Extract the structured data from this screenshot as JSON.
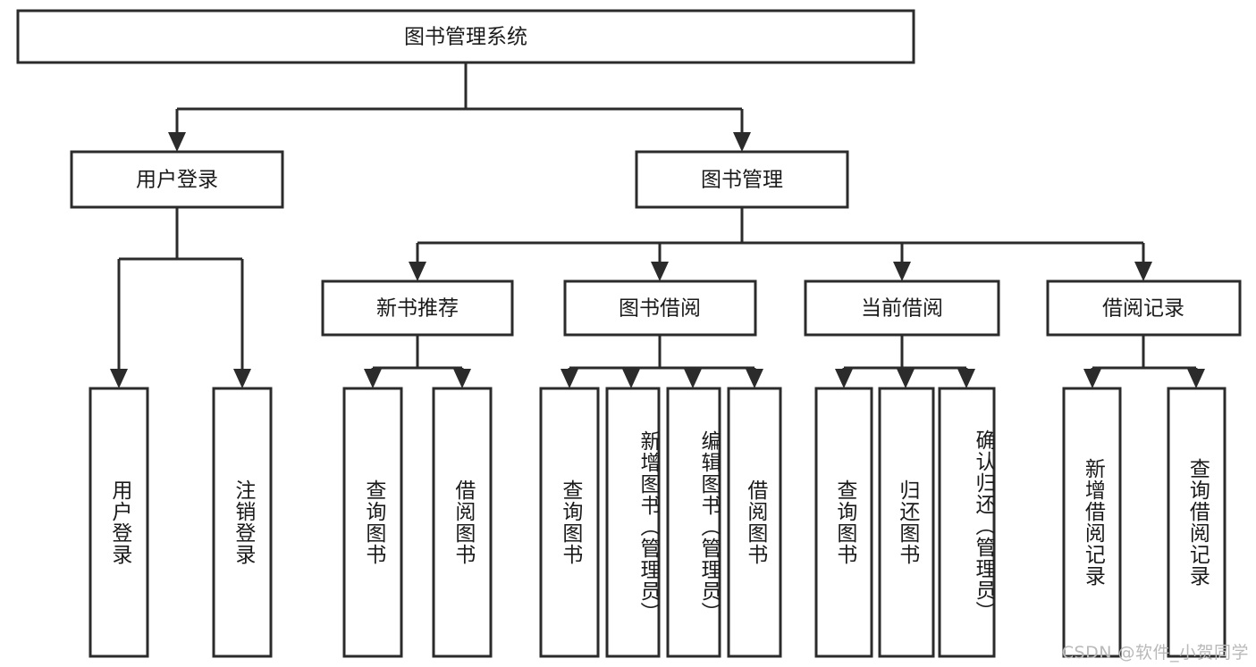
{
  "diagram": {
    "title": "图书管理系统",
    "type": "功能结构图",
    "colors": {
      "box_stroke": "#2b2b2b",
      "box_fill": "#ffffff",
      "text": "#1a1a1a",
      "background": "#ffffff",
      "watermark": "#b9b9b9"
    },
    "root": {
      "label": "图书管理系统",
      "orientation": "horizontal"
    },
    "level2": [
      {
        "label": "用户登录",
        "orientation": "horizontal"
      },
      {
        "label": "图书管理",
        "orientation": "horizontal"
      }
    ],
    "level3": [
      {
        "label": "新书推荐",
        "orientation": "horizontal"
      },
      {
        "label": "图书借阅",
        "orientation": "horizontal"
      },
      {
        "label": "当前借阅",
        "orientation": "horizontal"
      },
      {
        "label": "借阅记录",
        "orientation": "horizontal"
      }
    ],
    "leaves": {
      "user_login": [
        {
          "label": "用户登录",
          "orientation": "vertical"
        },
        {
          "label": "注销登录",
          "orientation": "vertical"
        }
      ],
      "new_book_recommend": [
        {
          "label": "查询图书",
          "orientation": "vertical"
        },
        {
          "label": "借阅图书",
          "orientation": "vertical"
        }
      ],
      "book_borrow": [
        {
          "label": "查询图书",
          "orientation": "vertical"
        },
        {
          "label": "新增图书（管理员）",
          "orientation": "vertical"
        },
        {
          "label": "编辑图书（管理员）",
          "orientation": "vertical"
        },
        {
          "label": "借阅图书",
          "orientation": "vertical"
        }
      ],
      "current_borrow": [
        {
          "label": "查询图书",
          "orientation": "vertical"
        },
        {
          "label": "归还图书",
          "orientation": "vertical"
        },
        {
          "label": "确认归还（管理员）",
          "orientation": "vertical"
        }
      ],
      "borrow_record": [
        {
          "label": "新增借阅记录",
          "orientation": "vertical"
        },
        {
          "label": "查询借阅记录",
          "orientation": "vertical"
        }
      ]
    },
    "watermark": "CSDN @软件_小贺同学"
  }
}
